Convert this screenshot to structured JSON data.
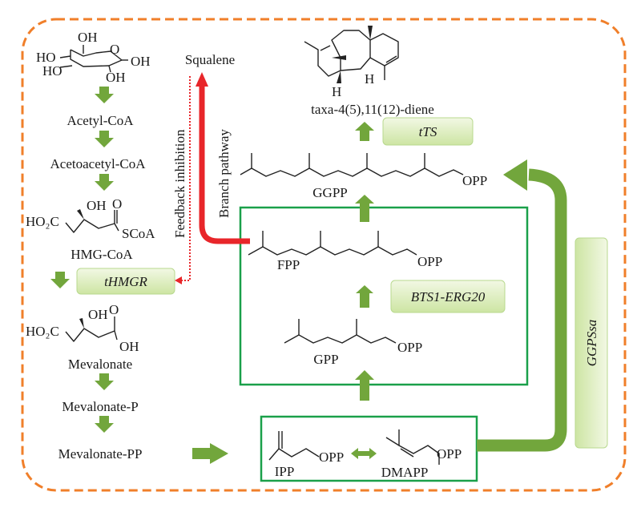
{
  "colors": {
    "compartment_border": "#f07f2a",
    "module_box": "#1aa04a",
    "pathway_arrow": "#72a63c",
    "branch_arrow": "#e8262a",
    "feedback_line": "#e8262a",
    "enzyme_box_top": "#f0f7e0",
    "enzyme_box_bottom": "#cfe6a6"
  },
  "metabolites": {
    "glucose_atoms": {
      "oh_top": "OH",
      "o_ring": "O",
      "ho_1": "HO",
      "ho_2": "HO",
      "oh_right": "OH",
      "oh_bottom": "OH"
    },
    "acetyl_coa": "Acetyl-CoA",
    "acetoacetyl_coa": "Acetoacetyl-CoA",
    "hmg_coa_atoms": {
      "ho2c": "HO₂C",
      "oh": "OH",
      "o": "O",
      "scoa": "SCoA"
    },
    "hmg_coa": "HMG-CoA",
    "mevalonate_atoms": {
      "ho2c": "HO₂C",
      "oh": "OH",
      "o": "O",
      "oh2": "OH"
    },
    "mevalonate": "Mevalonate",
    "mevalonate_p": "Mevalonate-P",
    "mevalonate_pp": "Mevalonate-PP",
    "squalene": "Squalene",
    "taxadiene": "taxa-4(5),11(12)-diene",
    "taxadiene_atoms": {
      "h1": "H",
      "h2": "H"
    },
    "ggpp": "GGPP",
    "fpp": "FPP",
    "gpp": "GPP",
    "ipp": "IPP",
    "dmapp": "DMAPP",
    "opp": "OPP"
  },
  "enzymes": {
    "thmgr": "tHMGR",
    "tts": "tTS",
    "bts1_erg20": "BTS1-ERG20",
    "ggpssa": "GGPSsa"
  },
  "annotations": {
    "feedback": "Feedback inhibition",
    "branch": "Branch pathway"
  }
}
